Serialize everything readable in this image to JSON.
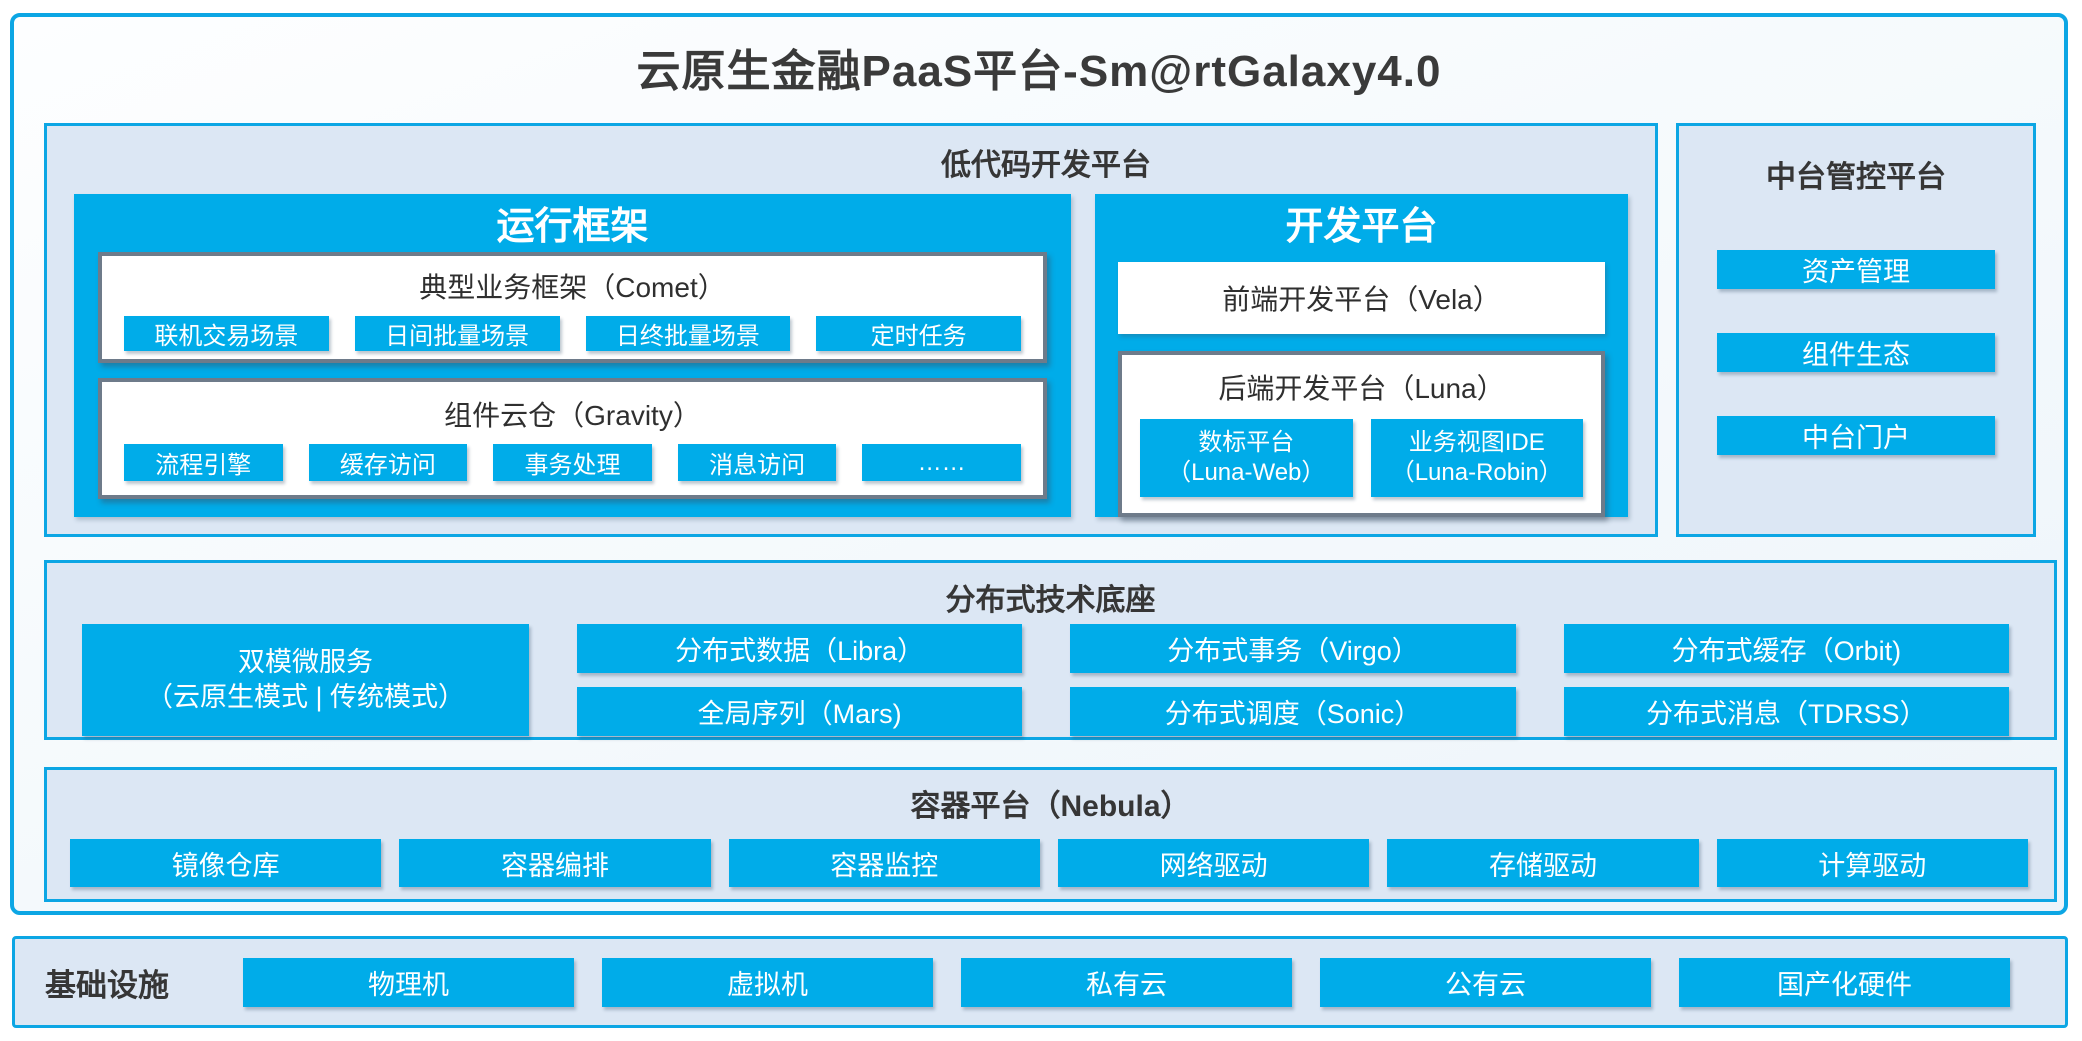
{
  "title": "云原生金融PaaS平台-Sm@rtGalaxy4.0",
  "colors": {
    "accent_blue": "#00ace9",
    "section_bg": "#dce7f4",
    "panel_border_gray": "#6e7b8a",
    "title_text": "#3a3a3a"
  },
  "lowcode": {
    "title": "低代码开发平台",
    "runtime": {
      "title": "运行框架",
      "comet": {
        "title": "典型业务框架（Comet）",
        "items": [
          "联机交易场景",
          "日间批量场景",
          "日终批量场景",
          "定时任务"
        ]
      },
      "gravity": {
        "title": "组件云仓（Gravity）",
        "items": [
          "流程引擎",
          "缓存访问",
          "事务处理",
          "消息访问",
          "……"
        ]
      }
    },
    "devplat": {
      "title": "开发平台",
      "vela": "前端开发平台（Vela）",
      "luna": {
        "title": "后端开发平台（Luna）",
        "items": [
          {
            "line1": "数标平台",
            "line2": "（Luna-Web）"
          },
          {
            "line1": "业务视图IDE",
            "line2": "（Luna-Robin）"
          }
        ]
      }
    }
  },
  "midplatform": {
    "title": "中台管控平台",
    "items": [
      "资产管理",
      "组件生态",
      "中台门户"
    ]
  },
  "distributed": {
    "title": "分布式技术底座",
    "dual_mode": {
      "line1": "双模微服务",
      "line2": "（云原生模式 | 传统模式）"
    },
    "grid": [
      [
        "分布式数据（Libra）",
        "分布式事务（Virgo）",
        "分布式缓存（Orbit)"
      ],
      [
        "全局序列（Mars)",
        "分布式调度（Sonic）",
        "分布式消息（TDRSS）"
      ]
    ]
  },
  "container_platform": {
    "title": "容器平台（Nebula）",
    "items": [
      "镜像仓库",
      "容器编排",
      "容器监控",
      "网络驱动",
      "存储驱动",
      "计算驱动"
    ]
  },
  "infrastructure": {
    "title": "基础设施",
    "items": [
      "物理机",
      "虚拟机",
      "私有云",
      "公有云",
      "国产化硬件"
    ]
  }
}
